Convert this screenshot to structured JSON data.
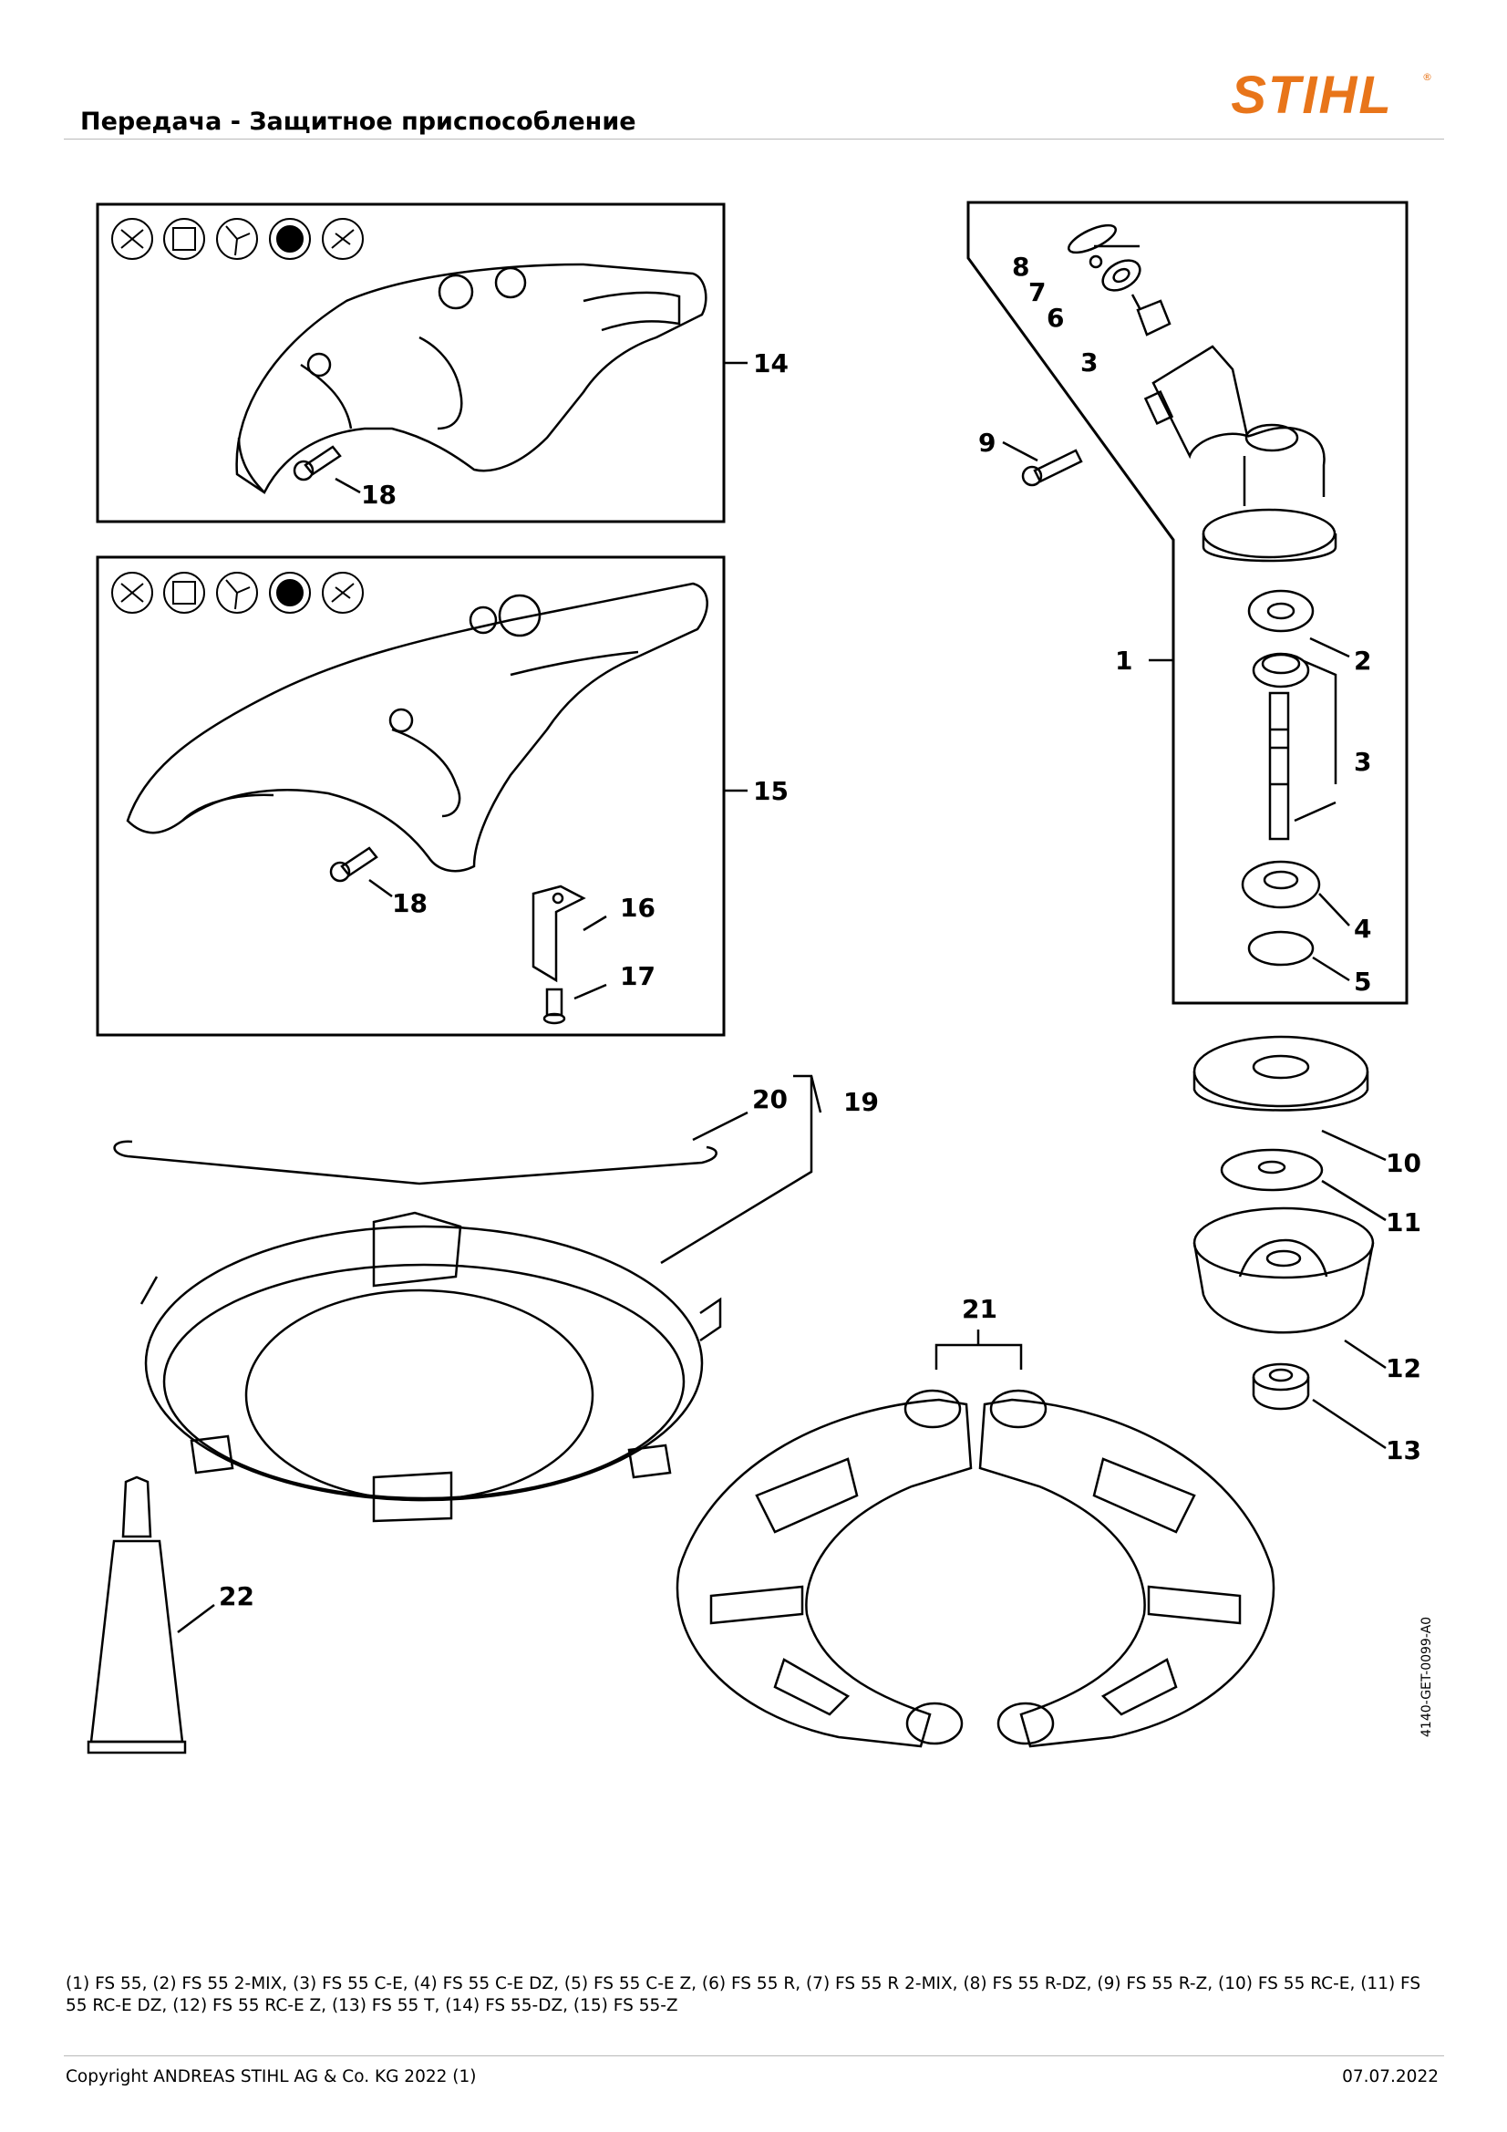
{
  "header": {
    "title": "Передача - Защитное приспособление",
    "brand": "STIHL",
    "brand_color": "#e8751a"
  },
  "callouts": {
    "c1": "1",
    "c2": "2",
    "c3a": "3",
    "c3b": "3",
    "c4": "4",
    "c5": "5",
    "c6": "6",
    "c7": "7",
    "c8": "8",
    "c9": "9",
    "c10": "10",
    "c11": "11",
    "c12": "12",
    "c13": "13",
    "c14": "14",
    "c15": "15",
    "c16": "16",
    "c17": "17",
    "c18a": "18",
    "c18b": "18",
    "c19": "19",
    "c20": "20",
    "c21": "21",
    "c22": "22"
  },
  "drawing_code": "4140-GET-0099-A0",
  "footnote": "(1) FS 55, (2) FS 55 2-MIX, (3) FS 55 C-E, (4) FS 55 C-E DZ, (5) FS 55 C-E Z, (6) FS 55 R, (7) FS 55 R 2-MIX, (8) FS 55 R-DZ, (9) FS 55 R-Z, (10) FS 55 RC-E, (11) FS 55 RC-E DZ, (12) FS 55 RC-E Z, (13) FS 55 T, (14) FS 55-DZ, (15) FS 55-Z",
  "footer": {
    "copyright": "Copyright ANDREAS STIHL AG & Co. KG 2022 (1)",
    "date": "07.07.2022"
  }
}
